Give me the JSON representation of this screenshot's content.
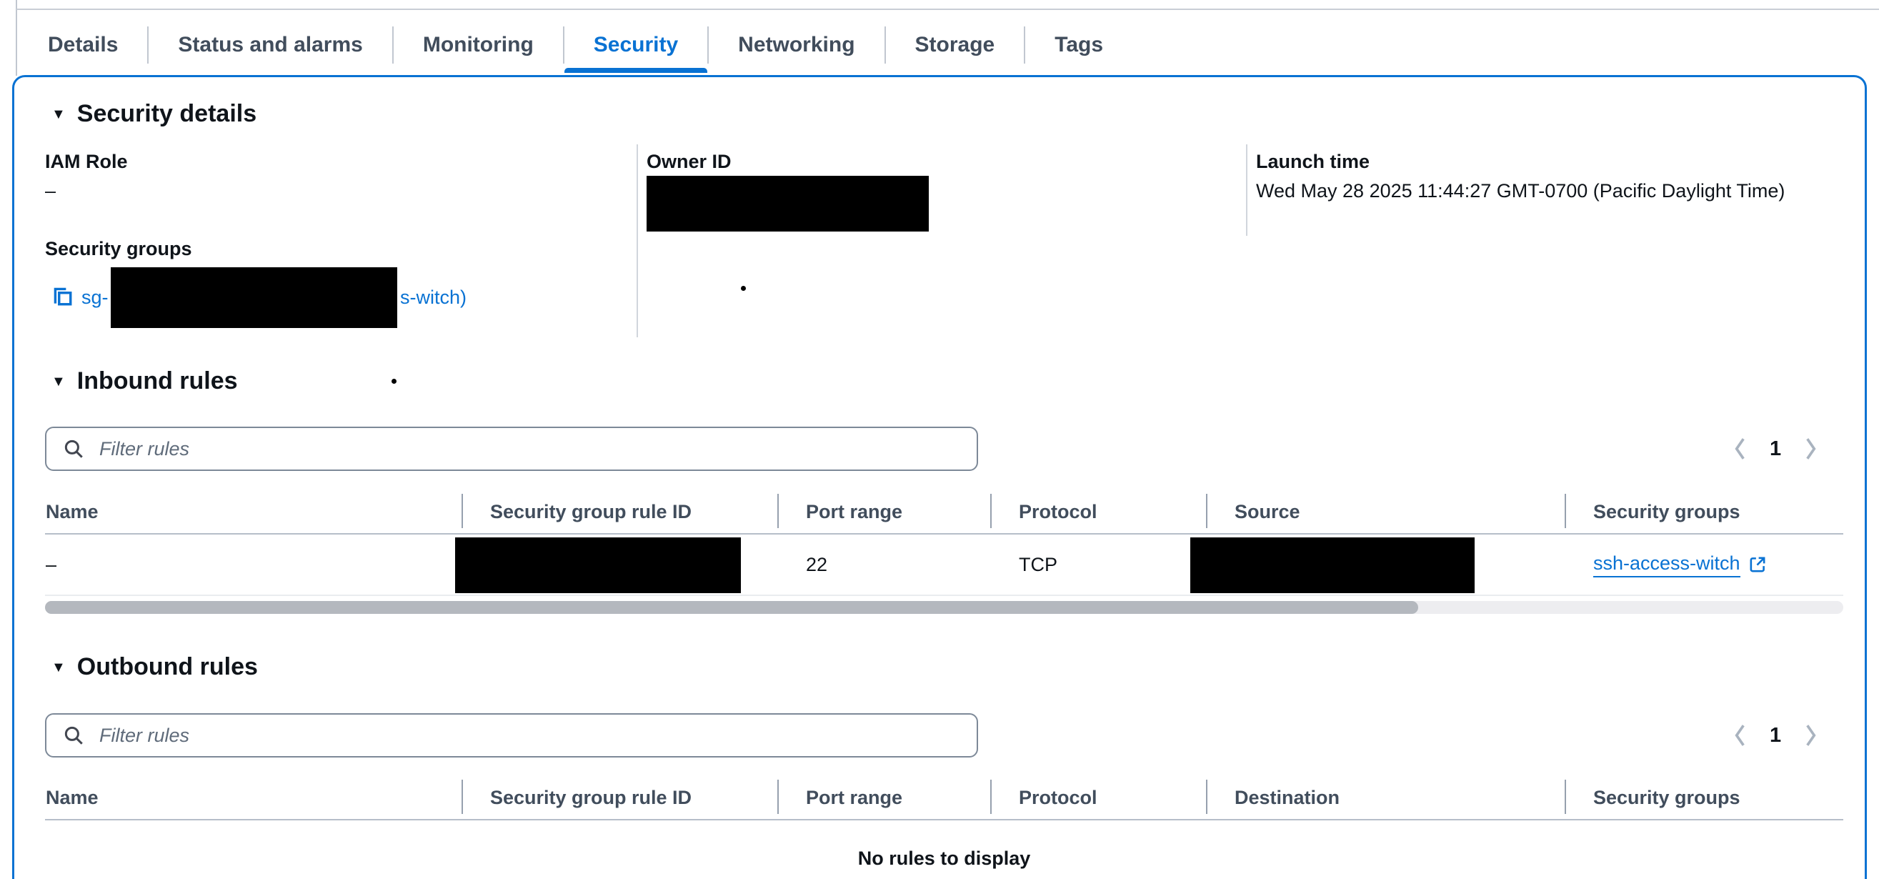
{
  "colors": {
    "accent": "#0972d3",
    "tab_inactive": "#414d5c",
    "heading": "#0f141a",
    "header_text": "#414d5c"
  },
  "icons": {
    "collapse_triangle": "▼",
    "search": "magnifier-icon",
    "copy": "copy-icon",
    "external_link": "external-link-icon",
    "prev": "chevron-left-icon",
    "next": "chevron-right-icon"
  },
  "tabs": {
    "items": [
      {
        "label": "Details",
        "active": false
      },
      {
        "label": "Status and alarms",
        "active": false
      },
      {
        "label": "Monitoring",
        "active": false
      },
      {
        "label": "Security",
        "active": true
      },
      {
        "label": "Networking",
        "active": false
      },
      {
        "label": "Storage",
        "active": false
      },
      {
        "label": "Tags",
        "active": false
      }
    ]
  },
  "security_details": {
    "title": "Security details",
    "iam_role": {
      "label": "IAM Role",
      "value": "–"
    },
    "owner_id": {
      "label": "Owner ID",
      "value": ""
    },
    "launch_time": {
      "label": "Launch time",
      "value": "Wed May 28 2025 11:44:27 GMT-0700 (Pacific Daylight Time)"
    },
    "security_groups": {
      "label": "Security groups",
      "link_prefix": "sg-",
      "link_suffix": "s-witch)"
    }
  },
  "inbound": {
    "title": "Inbound rules",
    "filter_placeholder": "Filter rules",
    "pagination": {
      "page": "1"
    },
    "columns": [
      "Name",
      "Security group rule ID",
      "Port range",
      "Protocol",
      "Source",
      "Security groups"
    ],
    "rows": [
      {
        "name": "–",
        "security_group_rule_id": "",
        "port_range": "22",
        "protocol": "TCP",
        "source": "",
        "security_group_link": "ssh-access-witch"
      }
    ]
  },
  "outbound": {
    "title": "Outbound rules",
    "filter_placeholder": "Filter rules",
    "pagination": {
      "page": "1"
    },
    "columns": [
      "Name",
      "Security group rule ID",
      "Port range",
      "Protocol",
      "Destination",
      "Security groups"
    ],
    "empty_message": "No rules to display"
  }
}
